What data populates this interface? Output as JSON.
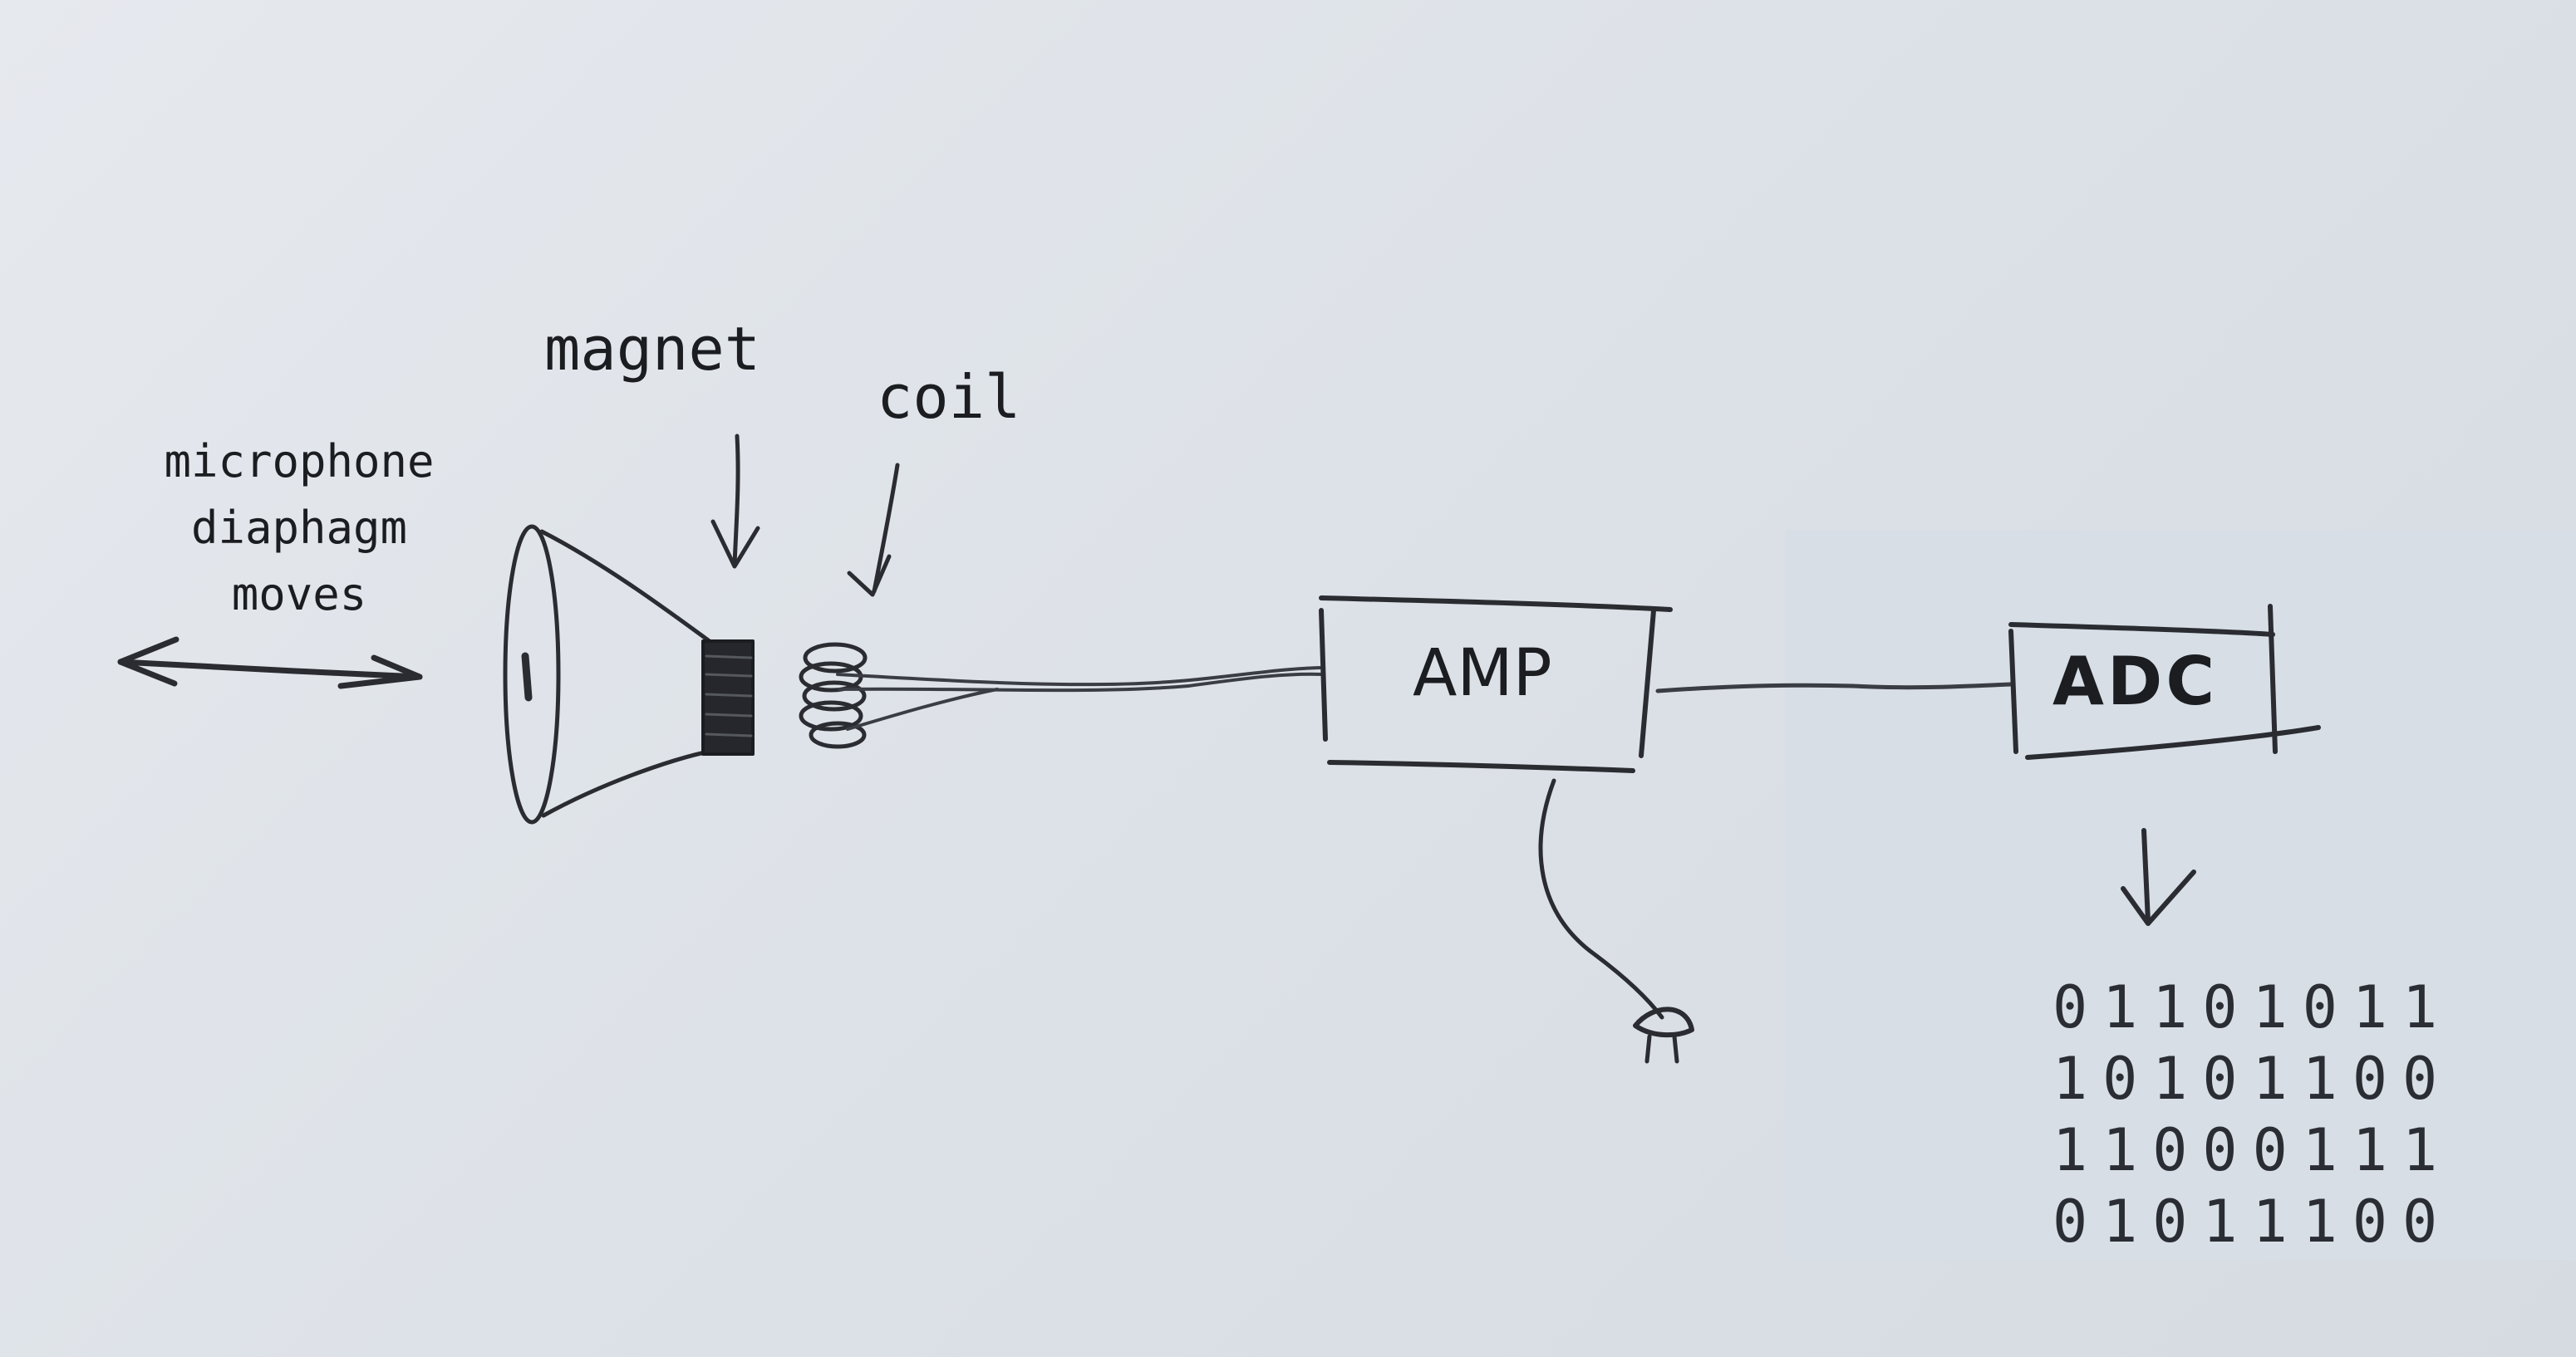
{
  "labels": {
    "mic_lines": [
      "microphone",
      "diaphagm",
      "moves"
    ],
    "magnet": "magnet",
    "coil": "coil",
    "amp": "AMP",
    "adc": "ADC"
  },
  "binary_rows": [
    "01101011",
    "10101100",
    "11000111",
    "01011100"
  ],
  "colors": {
    "ink": "#1b1d21",
    "paper": "#e3e7ec",
    "patch": "#d7dee6"
  }
}
